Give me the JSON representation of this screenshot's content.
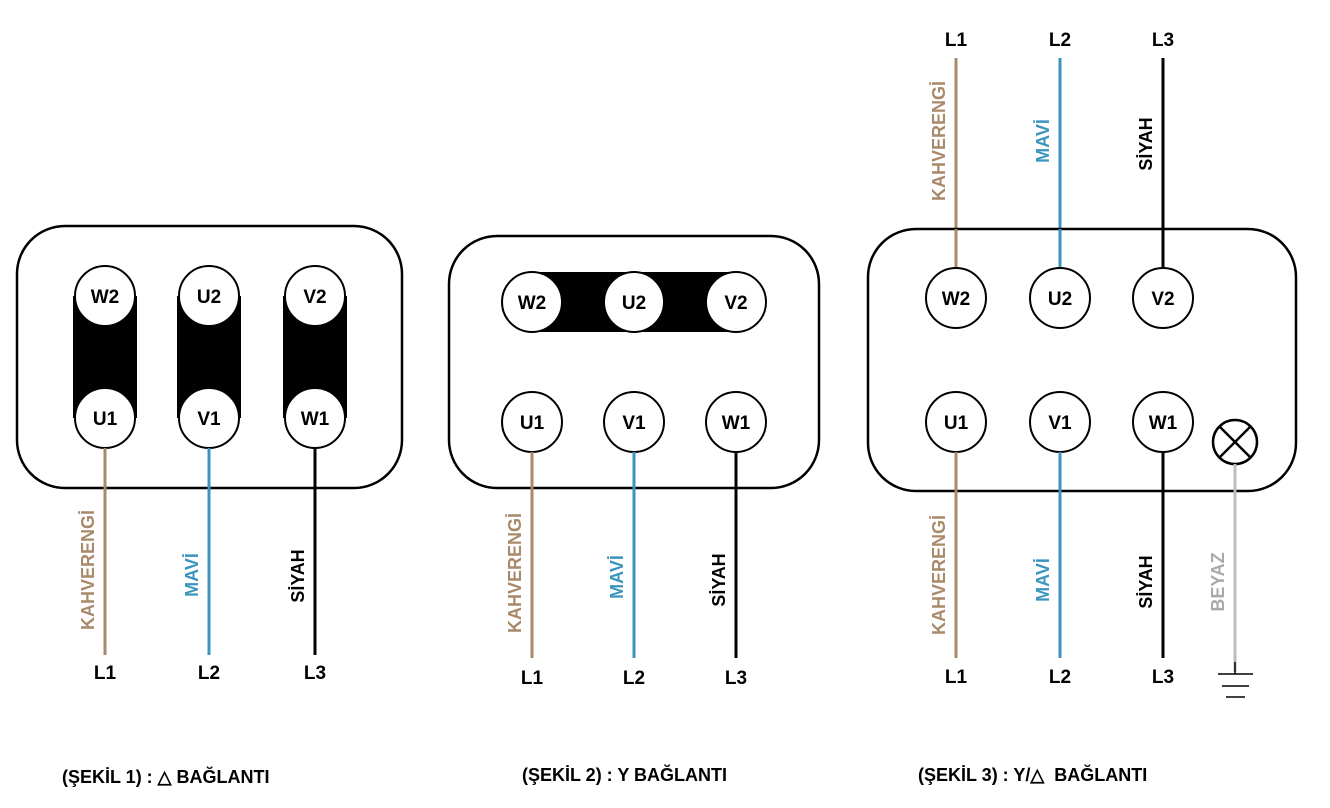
{
  "colors": {
    "brown": "#a8896a",
    "blue": "#3b94bd",
    "black": "#000000",
    "gray": "#bdbdbd"
  },
  "figures": [
    {
      "caption": "(ŞEKİL 1) : △ BAĞLANTI",
      "connection": "delta",
      "top_terminals": [
        "W2",
        "U2",
        "V2"
      ],
      "bottom_terminals": [
        "U1",
        "V1",
        "W1"
      ],
      "wires": [
        {
          "label": "KAHVERENGİ",
          "color": "brown",
          "line": "L1"
        },
        {
          "label": "MAVİ",
          "color": "blue",
          "line": "L2"
        },
        {
          "label": "SİYAH",
          "color": "black",
          "line": "L3"
        }
      ]
    },
    {
      "caption": "(ŞEKİL 2) : Y BAĞLANTI",
      "connection": "star",
      "top_terminals": [
        "W2",
        "U2",
        "V2"
      ],
      "bottom_terminals": [
        "U1",
        "V1",
        "W1"
      ],
      "wires": [
        {
          "label": "KAHVERENGİ",
          "color": "brown",
          "line": "L1"
        },
        {
          "label": "MAVİ",
          "color": "blue",
          "line": "L2"
        },
        {
          "label": "SİYAH",
          "color": "black",
          "line": "L3"
        }
      ]
    },
    {
      "caption": "(ŞEKİL 3) : Y/△  BAĞLANTI",
      "connection": "star-delta",
      "top_terminals": [
        "W2",
        "U2",
        "V2"
      ],
      "bottom_terminals": [
        "U1",
        "V1",
        "W1"
      ],
      "top_wires": [
        {
          "label": "KAHVERENGİ",
          "color": "brown",
          "line": "L1"
        },
        {
          "label": "MAVİ",
          "color": "blue",
          "line": "L2"
        },
        {
          "label": "SİYAH",
          "color": "black",
          "line": "L3"
        }
      ],
      "wires": [
        {
          "label": "KAHVERENGİ",
          "color": "brown",
          "line": "L1"
        },
        {
          "label": "MAVİ",
          "color": "blue",
          "line": "L2"
        },
        {
          "label": "SİYAH",
          "color": "black",
          "line": "L3"
        }
      ],
      "ground_wire": {
        "label": "BEYAZ",
        "color": "gray",
        "symbol": "ground-icon"
      },
      "lamp": "lamp-icon"
    }
  ]
}
